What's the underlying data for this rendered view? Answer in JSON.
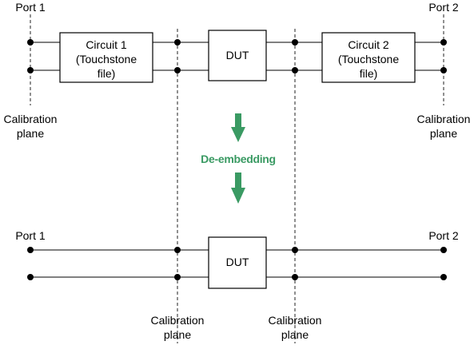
{
  "colors": {
    "arrow": "#3a9a63",
    "calibration_line": "#909090",
    "stroke": "#000000"
  },
  "top": {
    "port1": "Port 1",
    "port2": "Port 2",
    "circuit1": [
      "Circuit 1",
      "(Touchstone",
      "file)"
    ],
    "dut": "DUT",
    "circuit2": [
      "Circuit 2",
      "(Touchstone",
      "file)"
    ],
    "cal_left": [
      "Calibration",
      "plane"
    ],
    "cal_right": [
      "Calibration",
      "plane"
    ]
  },
  "transition": {
    "label": "De-embedding"
  },
  "bottom": {
    "port1": "Port 1",
    "port2": "Port 2",
    "dut": "DUT",
    "cal_left": [
      "Calibration",
      "plane"
    ],
    "cal_right": [
      "Calibration",
      "plane"
    ]
  }
}
